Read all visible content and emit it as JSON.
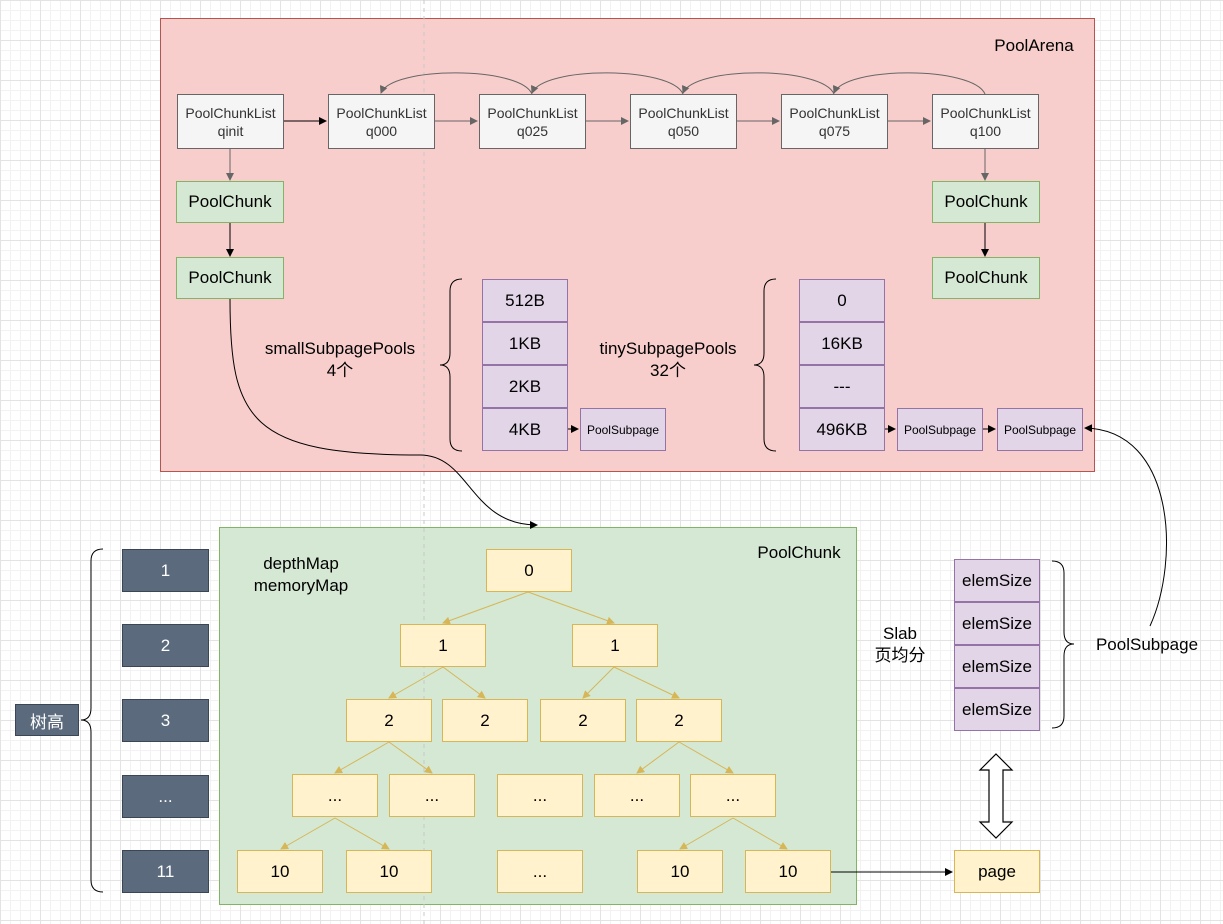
{
  "arena": {
    "title": "PoolArena",
    "chunk_lists": [
      {
        "name": "PoolChunkList",
        "id": "qinit"
      },
      {
        "name": "PoolChunkList",
        "id": "q000"
      },
      {
        "name": "PoolChunkList",
        "id": "q025"
      },
      {
        "name": "PoolChunkList",
        "id": "q050"
      },
      {
        "name": "PoolChunkList",
        "id": "q075"
      },
      {
        "name": "PoolChunkList",
        "id": "q100"
      }
    ],
    "chunk_label": "PoolChunk",
    "small_pools": {
      "label": "smallSubpagePools",
      "count": "4个",
      "sizes": [
        "512B",
        "1KB",
        "2KB",
        "4KB"
      ]
    },
    "tiny_pools": {
      "label": "tinySubpagePools",
      "count": "32个",
      "sizes": [
        "0",
        "16KB",
        "---",
        "496KB"
      ]
    },
    "subpage_label": "PoolSubpage"
  },
  "chunk": {
    "title": "PoolChunk",
    "map_labels": [
      "depthMap",
      "memoryMap"
    ],
    "tree": {
      "root": "0",
      "level1": [
        "1",
        "1"
      ],
      "level2": [
        "2",
        "2",
        "2",
        "2"
      ],
      "level3": [
        "...",
        "...",
        "...",
        "...",
        "..."
      ],
      "leaves": [
        "10",
        "10",
        "...",
        "10",
        "10"
      ]
    }
  },
  "tree_height": {
    "label": "树高",
    "levels": [
      "1",
      "2",
      "3",
      "...",
      "11"
    ]
  },
  "slab": {
    "label_line1": "Slab",
    "label_line2": "页均分",
    "elems": [
      "elemSize",
      "elemSize",
      "elemSize",
      "elemSize"
    ],
    "group_label": "PoolSubpage",
    "page_label": "page"
  },
  "colors": {
    "arena_fill": "#f8cecc",
    "chunk_fill": "#d5e8d4",
    "pool_fill": "#e1d5e7",
    "node_fill": "#fff2cc",
    "level_fill": "#5b6b7d"
  }
}
